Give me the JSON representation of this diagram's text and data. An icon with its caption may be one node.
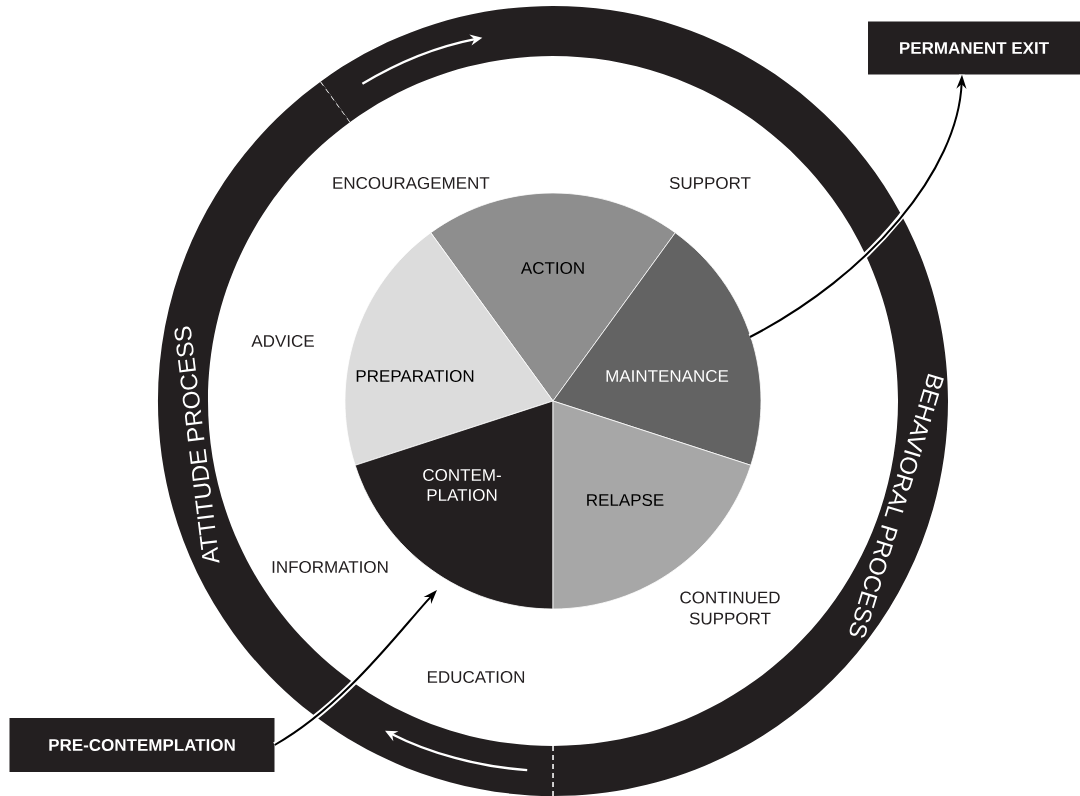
{
  "diagram": {
    "nodes": [
      {
        "text": [
          "ACTION"
        ]
      },
      {
        "text": [
          "PREPARATION"
        ]
      },
      {
        "text": [
          "MAINTENANCE"
        ]
      },
      {
        "text": [
          "CONTEM- PLATION"
        ]
      },
      {
        "text": [
          "RELAPSE"
        ]
      },
      {
        "text": [
          "PERMANENT EXIT"
        ]
      },
      {
        "text": [
          "PRE-CONTEMPLATION"
        ]
      }
    ],
    "edges": [
      {
        "from": 6,
        "to": 3,
        "arrow": "to"
      },
      {
        "from": 2,
        "to": 5,
        "arrow": "to"
      }
    ],
    "labels": [
      "ATTITUDE PROCESS",
      "BEHAVIORAL PROCESS",
      "ENCOURAGEMENT",
      "SUPPORT",
      "ADVICE",
      "INFORMATION",
      "EDUCATION",
      "CONTINUED SUPPORT"
    ]
  }
}
